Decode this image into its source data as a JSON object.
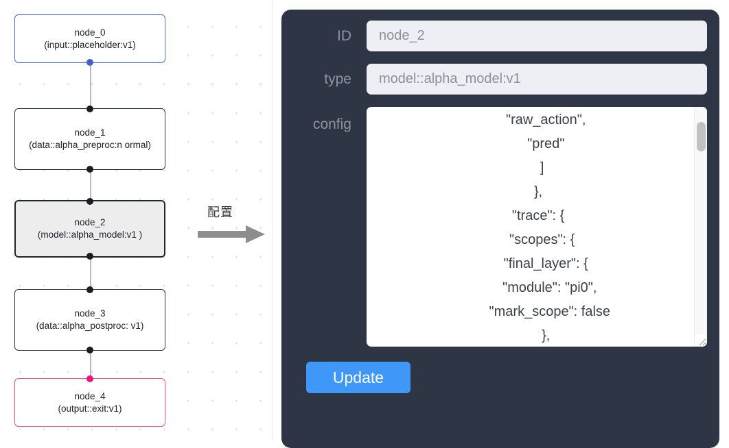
{
  "canvas": {
    "nodes": [
      {
        "id": "node_0",
        "subtitle": "(input::placeholder:v1)",
        "variant": "input",
        "selected": false
      },
      {
        "id": "node_1",
        "subtitle": "(data::alpha_preproc:n\normal)",
        "variant": "default",
        "selected": false
      },
      {
        "id": "node_2",
        "subtitle": "(model::alpha_model:v1\n)",
        "variant": "default",
        "selected": true
      },
      {
        "id": "node_3",
        "subtitle": "(data::alpha_postproc:\nv1)",
        "variant": "default",
        "selected": false
      },
      {
        "id": "node_4",
        "subtitle": "(output::exit:v1)",
        "variant": "output",
        "selected": false
      }
    ],
    "colors": {
      "input_border": "#4b6fc6",
      "output_border": "#e8508f",
      "default_border": "#2b3040",
      "selected_fill": "#ededee",
      "edge": "#b9b9c0"
    }
  },
  "arrow": {
    "label": "配置",
    "color": "#858585"
  },
  "panel": {
    "background": "#2e3646",
    "fields": [
      {
        "label": "ID",
        "value": "node_2"
      },
      {
        "label": "type",
        "value": "model::alpha_model:v1"
      }
    ],
    "config": {
      "label": "config",
      "text": "        \"raw_action\",\n        \"pred\"\n      ]\n    },\n    \"trace\": {\n      \"scopes\": {\n        \"final_layer\": {\n          \"module\": \"pi0\",\n          \"mark_scope\": false\n        },\n        \"action_model\": {",
      "scroll_position": "near-top"
    },
    "update_label": "Update",
    "update_color": "#3f98f7"
  }
}
